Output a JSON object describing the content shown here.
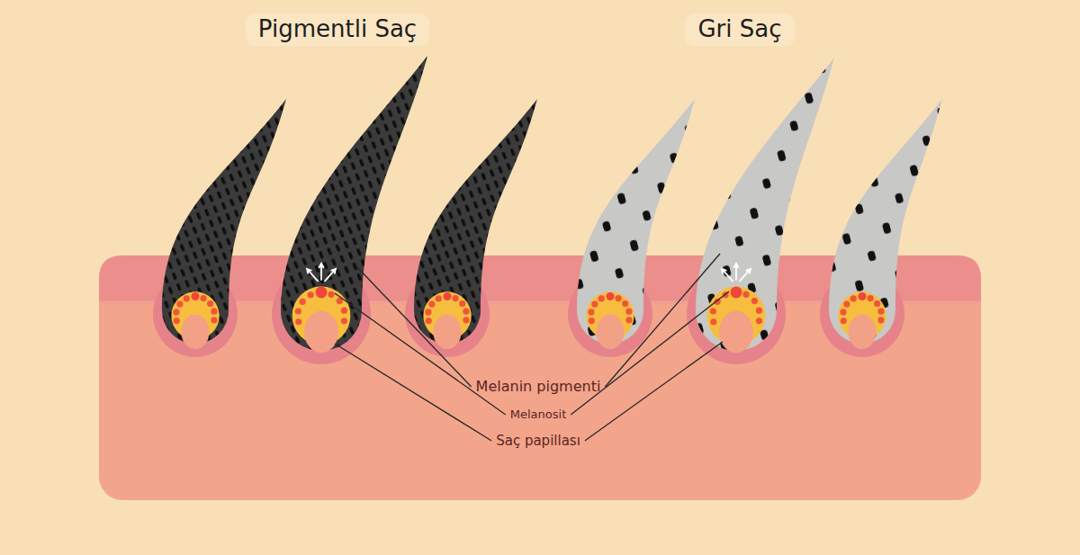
{
  "diagram": {
    "labels": [
      "Pigmentli Saç",
      "Gri Saç",
      "Melanin pigmenti",
      "Melanosit",
      "Saç papillası"
    ]
  }
}
